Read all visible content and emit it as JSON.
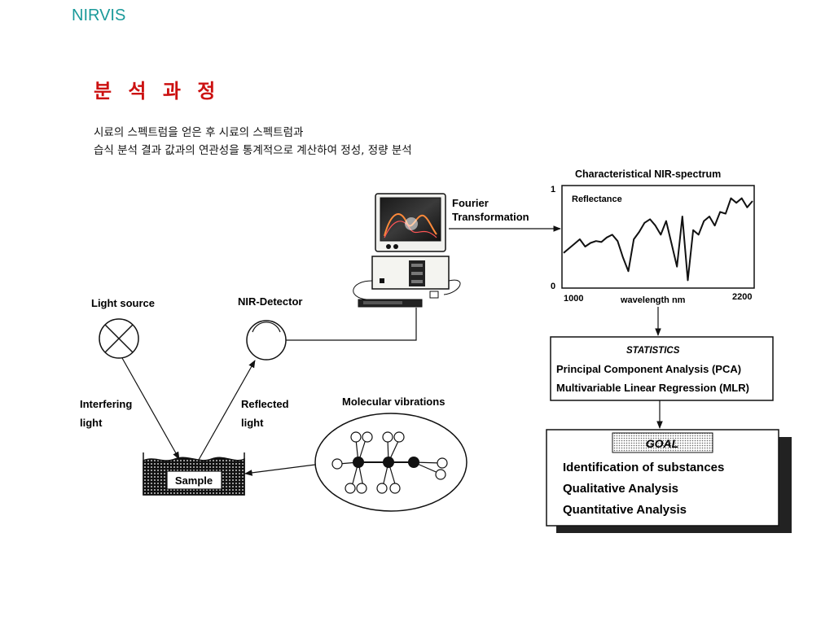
{
  "header": {
    "brand": "NIRVIS",
    "title": "분 석 과 정",
    "description_line1": "시료의 스펙트럼을 얻은 후 시료의 스펙트럼과",
    "description_line2": "습식 분석 결과 값과의 연관성을 통계적으로 계산하여 정성, 정량 분석"
  },
  "diagram": {
    "fourier_label_1": "Fourier",
    "fourier_label_2": "Transformation",
    "light_source": "Light source",
    "nir_detector": "NIR-Detector",
    "interfering_1": "Interfering",
    "interfering_2": "light",
    "reflected_1": "Reflected",
    "reflected_2": "light",
    "molecular_vibrations": "Molecular vibrations",
    "sample": "Sample"
  },
  "spectrum": {
    "title": "Characteristical NIR-spectrum",
    "reflectance_label": "Reflectance",
    "y_max_label": "1",
    "y_min_label": "0",
    "x_min_label": "1000",
    "x_max_label": "2200",
    "x_axis_label": "wavelength nm",
    "y_range": [
      0,
      1
    ],
    "x_range": [
      1000,
      2200
    ],
    "trace_y": [
      0.35,
      0.4,
      0.45,
      0.5,
      0.42,
      0.46,
      0.48,
      0.47,
      0.52,
      0.55,
      0.48,
      0.3,
      0.15,
      0.5,
      0.58,
      0.68,
      0.72,
      0.65,
      0.55,
      0.7,
      0.45,
      0.2,
      0.75,
      0.05,
      0.6,
      0.55,
      0.7,
      0.75,
      0.65,
      0.8,
      0.78,
      0.95,
      0.9,
      0.95,
      0.85,
      0.92
    ]
  },
  "statistics": {
    "title": "STATISTICS",
    "line1": "Principal Component Analysis (PCA)",
    "line2": "Multivariable Linear Regression (MLR)"
  },
  "goal": {
    "title": "GOAL",
    "items": [
      "Identification of substances",
      "Qualitative Analysis",
      "Quantitative Analysis"
    ]
  }
}
